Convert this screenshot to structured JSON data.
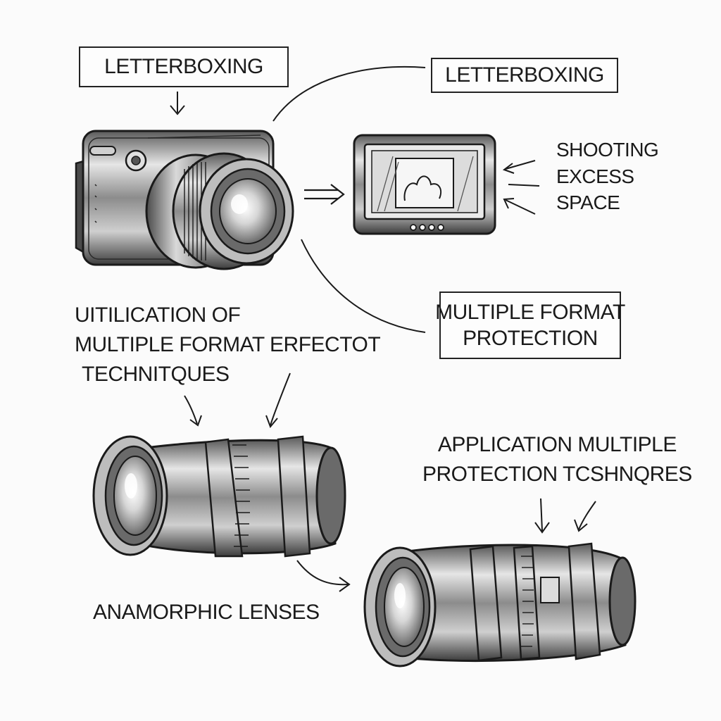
{
  "labels": {
    "letterboxing_left": "LETTERBOXING",
    "letterboxing_right": "LETTERBOXING",
    "shooting_lines": [
      "SHOOTING",
      "EXCESS",
      "SPACE"
    ],
    "multiple_format_protection_lines": [
      "MULTIPLE FORMAT",
      "PROTECTION"
    ],
    "utilization_lines": [
      "UITILICATION OF",
      "MULTIPLE FORMAT ERFECTOT",
      "TECHNITQUES"
    ],
    "application_lines": [
      "APPLICATION MULTIPLE",
      "PROTECTION TCSHNQRES"
    ],
    "anamorphic_lenses": "ANAMORPHIC LENSES"
  },
  "icons": [
    "camera-icon",
    "monitor-icon",
    "anamorphic-lens-icon",
    "lens-barrel-icon"
  ],
  "colors": {
    "ink": "#1a1a1a",
    "metal_dark": "#3a3a3a",
    "metal_mid": "#8a8a8a",
    "metal_light": "#d8d8d8",
    "paper": "#fbfbfb"
  }
}
